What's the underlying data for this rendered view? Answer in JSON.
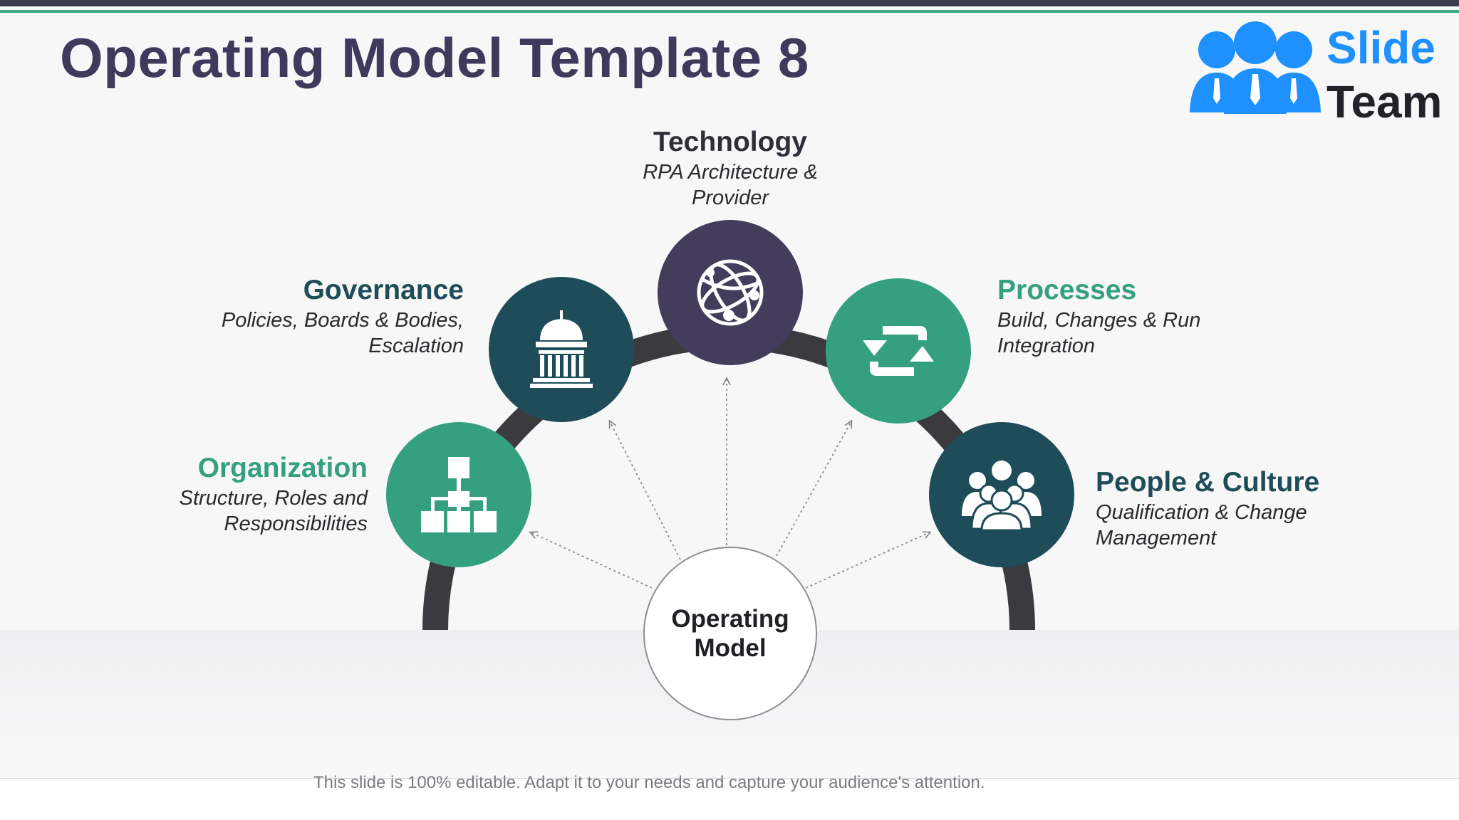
{
  "title": "Operating Model Template 8",
  "logo": {
    "line1": "Slide",
    "line2": "Team",
    "brand_color": "#1e90ff"
  },
  "center": {
    "line1": "Operating",
    "line2": "Model"
  },
  "nodes": [
    {
      "key": "organization",
      "title": "Organization",
      "desc_line1": "Structure, Roles and",
      "desc_line2": "Responsibilities",
      "icon": "org-chart-icon",
      "color": "#35a07f",
      "title_color": "#35a07f"
    },
    {
      "key": "governance",
      "title": "Governance",
      "desc_line1": "Policies, Boards & Bodies,",
      "desc_line2": "Escalation",
      "icon": "capitol-building-icon",
      "color": "#1e4d59",
      "title_color": "#1e4d59"
    },
    {
      "key": "technology",
      "title": "Technology",
      "desc_line1": "RPA Architecture &",
      "desc_line2": "Provider",
      "icon": "globe-network-icon",
      "color": "#433d5b",
      "title_color": "#2f2f3a"
    },
    {
      "key": "processes",
      "title": "Processes",
      "desc_line1": "Build, Changes & Run",
      "desc_line2": "Integration",
      "icon": "refresh-arrows-icon",
      "color": "#35a07f",
      "title_color": "#35a07f"
    },
    {
      "key": "people",
      "title": "People & Culture",
      "desc_line1": "Qualification & Change",
      "desc_line2": "Management",
      "icon": "people-group-icon",
      "color": "#1e4d59",
      "title_color": "#1e4d59"
    }
  ],
  "arc_color": "#3b3b3f",
  "footer_note": "This slide is 100% editable. Adapt it to your needs and capture your audience's attention."
}
